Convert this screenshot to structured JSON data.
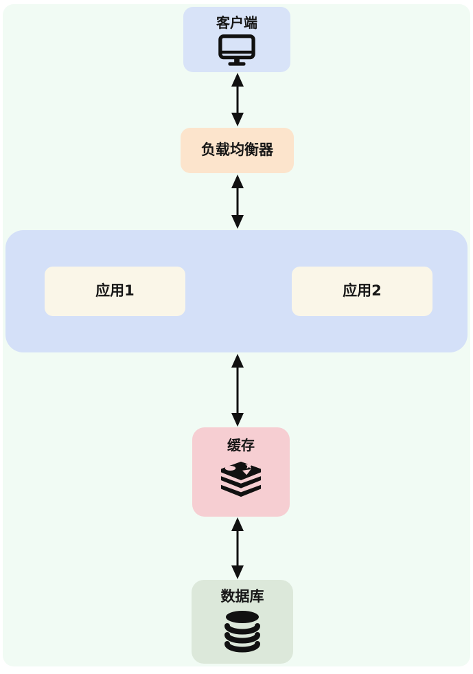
{
  "diagram": {
    "type": "architecture-flow",
    "background_color": "#f1fbf4",
    "page_color": "#ffffff",
    "arrow_color": "#111111",
    "text_color": "#161616",
    "nodes": {
      "client": {
        "label": "客户端",
        "icon": "monitor-icon",
        "color": "#d8e3f8"
      },
      "load_balancer": {
        "label": "负载均衡器",
        "color": "#fce4cc"
      },
      "app_tier": {
        "color": "#d4e0f8",
        "apps": [
          {
            "label": "应用1",
            "color": "#faf6e8"
          },
          {
            "label": "应用2",
            "color": "#faf6e8"
          }
        ]
      },
      "cache": {
        "label": "缓存",
        "icon": "redis-icon",
        "color": "#f6ced2"
      },
      "database": {
        "label": "数据库",
        "icon": "database-icon",
        "color": "#dce8da"
      }
    },
    "edges": [
      {
        "from": "client",
        "to": "load_balancer",
        "bidirectional": true
      },
      {
        "from": "load_balancer",
        "to": "app_tier",
        "bidirectional": true
      },
      {
        "from": "app_tier",
        "to": "cache",
        "bidirectional": true
      },
      {
        "from": "cache",
        "to": "database",
        "bidirectional": true
      }
    ]
  }
}
